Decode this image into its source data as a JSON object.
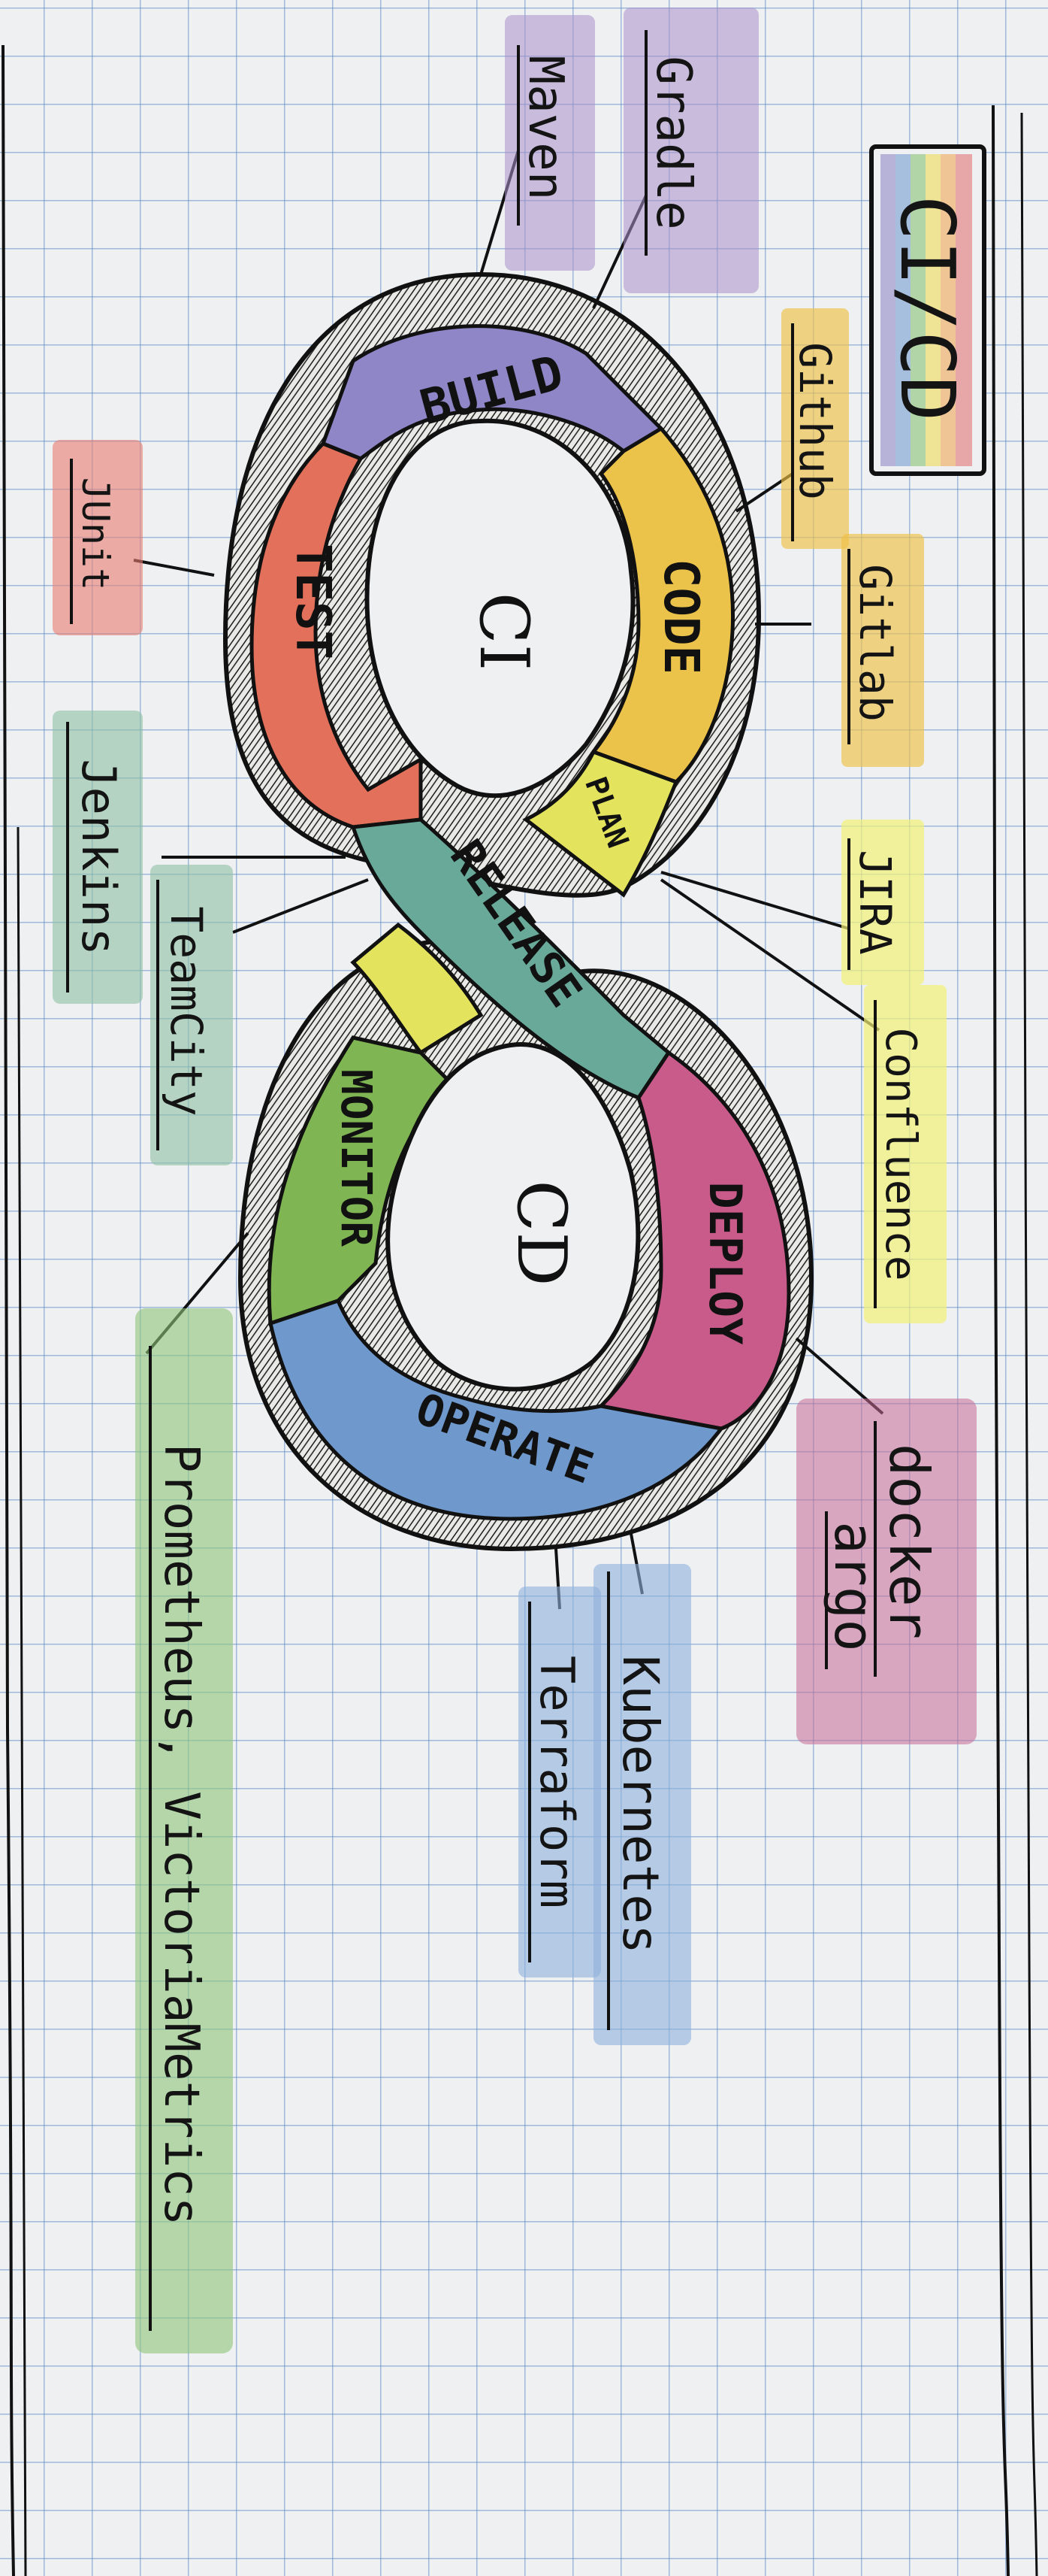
{
  "title": "CI/CD",
  "loops": {
    "ci": "CI",
    "cd": "CD"
  },
  "stages": {
    "build": "BUILD",
    "code": "CODE",
    "plan": "PLAN",
    "test": "TEST",
    "release": "RELEASE",
    "deploy": "DEPLOY",
    "monitor": "MONITOR",
    "operate": "OPERATE"
  },
  "tools": {
    "maven": "Maven",
    "gradle": "Gradle",
    "github": "Github",
    "gitlab": "Gitlab",
    "junit": "JUnit",
    "jenkins": "Jenkins",
    "teamcity": "TeamCity",
    "jira": "JIRA",
    "confluence": "Confluence",
    "docker": "docker",
    "argo": "argo",
    "kubernetes": "Kubernetes",
    "terraform": "Terraform",
    "prometheus": "Prometheus, VictoriaMetrics"
  },
  "colors": {
    "build": "#8e86c6",
    "code": "#ecc34a",
    "plan": "#e3e35e",
    "test": "#e2705a",
    "release": "#69a99a",
    "deploy": "#c95b8a",
    "monitor": "#7fb552",
    "operate": "#6f98cc",
    "jenkins_highlight": "#8fc0a4",
    "teamcity_highlight": "#8fc0a4",
    "maven_highlight": "#a990c9",
    "gradle_highlight": "#a990c9",
    "github_highlight": "#f0c046",
    "gitlab_highlight": "#f0c046",
    "junit_highlight": "#ea7d72",
    "jira_highlight": "#f2ef76",
    "confluence_highlight": "#f2ef76",
    "docker_highlight": "#c96a96",
    "kubernetes_highlight": "#8fb0dc",
    "terraform_highlight": "#8fb0dc",
    "prometheus_highlight": "#8fc47a"
  }
}
